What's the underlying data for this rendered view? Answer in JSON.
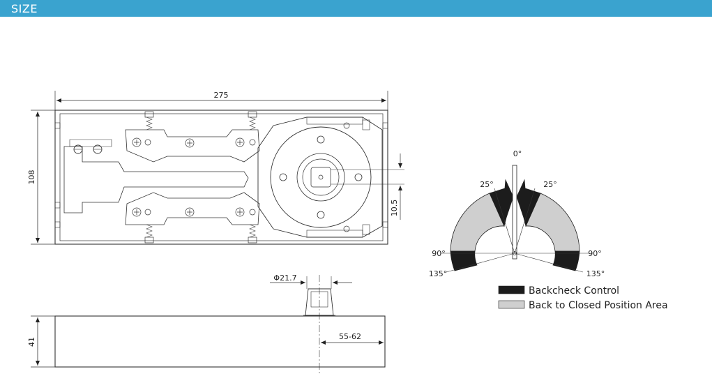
{
  "header": {
    "title": "SIZE",
    "color": "#3aa3cf"
  },
  "top_view": {
    "dim_width": "275",
    "dim_height": "108",
    "dim_offset": "10.5"
  },
  "side_view": {
    "dim_spindle_diameter": "Φ21.7",
    "dim_height": "41",
    "dim_spindle_offset": "55-62"
  },
  "angle_diagram": {
    "angle_top": "0°",
    "angle_left_upper": "25°",
    "angle_right_upper": "25°",
    "angle_left_mid": "90°",
    "angle_right_mid": "90°",
    "angle_left_low": "135°",
    "angle_right_low": "135°",
    "backcheck_color": "#1c1c1c",
    "closing_color": "#cfcfcf"
  },
  "legend": [
    {
      "label": "Backcheck Control",
      "color": "#1c1c1c"
    },
    {
      "label": "Back to Closed Position Area",
      "color": "#cfcfcf"
    }
  ]
}
